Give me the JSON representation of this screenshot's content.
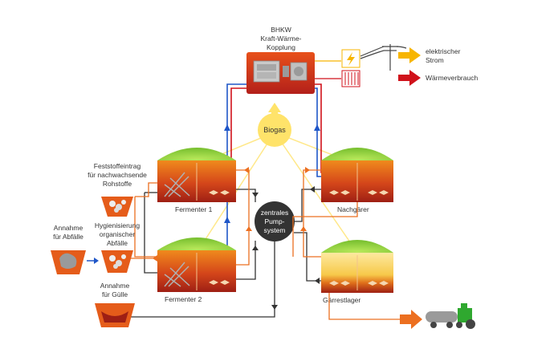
{
  "colors": {
    "electric": "#f7b500",
    "heat": "#d0121b",
    "biogas": "#ffe36a",
    "tank_top": "#e8731a",
    "tank_bottom": "#9e1f14",
    "dome": "#8ccf3a",
    "pump": "#333333",
    "flow_orange": "#ec6f20",
    "flow_blue": "#1f56c8",
    "flow_dark": "#333333"
  },
  "labels": {
    "bhkw": [
      "BHKW",
      "Kraft-Wärme-",
      "Kopplung"
    ],
    "biogas": "Biogas",
    "pump": [
      "zentrales",
      "Pump-",
      "system"
    ],
    "feststoff": [
      "Feststoffeintrag",
      "für nachwachsende",
      "Rohstoffe"
    ],
    "annahme_abfaelle": [
      "Annahme",
      "für Abfälle"
    ],
    "hygienisierung": [
      "Hygienisierung",
      "organischer",
      "Abfälle"
    ],
    "annahme_guelle": [
      "Annahme",
      "für Gülle"
    ],
    "fermenter1": "Fermenter 1",
    "fermenter2": "Fermenter 2",
    "nachgaerer": "Nachgärer",
    "gaerrestlager": "Gärrestlager"
  },
  "legend": {
    "electric": [
      "elektrischer",
      "Strom"
    ],
    "heat": "Wärmeverbrauch"
  },
  "icons": {
    "lightning": "lightning-icon",
    "radiator": "radiator-icon",
    "power_pole": "power-pole-icon",
    "tractor": "tractor-icon"
  }
}
